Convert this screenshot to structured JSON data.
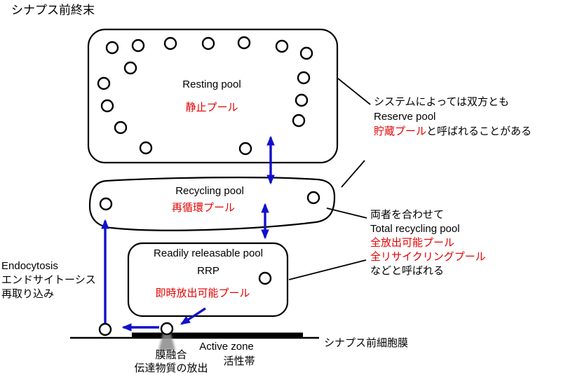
{
  "title": "シナプス前終末",
  "colors": {
    "red": "#e60000",
    "blue": "#1111cc"
  },
  "resting_pool": {
    "label_en": "Resting pool",
    "label_ja": "静止プール"
  },
  "recycling_pool": {
    "label_en": "Recycling pool",
    "label_ja": "再循環プール"
  },
  "rrp": {
    "label_en": "Readily releasable pool",
    "abbr": "RRP",
    "label_ja": "即時放出可能プール"
  },
  "annotation_reserve": {
    "line1": "システムによっては双方とも",
    "line2": "Reserve pool",
    "line3_red": "貯蔵プール",
    "line3_rest": "と呼ばれることがある"
  },
  "annotation_total": {
    "line1": "両者を合わせて",
    "line2": "Total recycling pool",
    "line3": "全放出可能プール",
    "line4": "全リサイクリングプール",
    "line5": "などと呼ばれる"
  },
  "endocytosis": {
    "line1": "Endocytosis",
    "line2": "エンドサイトーシス",
    "line3": "再取り込み"
  },
  "fusion": {
    "line1": "膜融合",
    "line2": "伝達物質の放出"
  },
  "active_zone": {
    "label_en": "Active zone",
    "label_ja": "活性帯"
  },
  "membrane_label": "シナプス前細胞膜"
}
